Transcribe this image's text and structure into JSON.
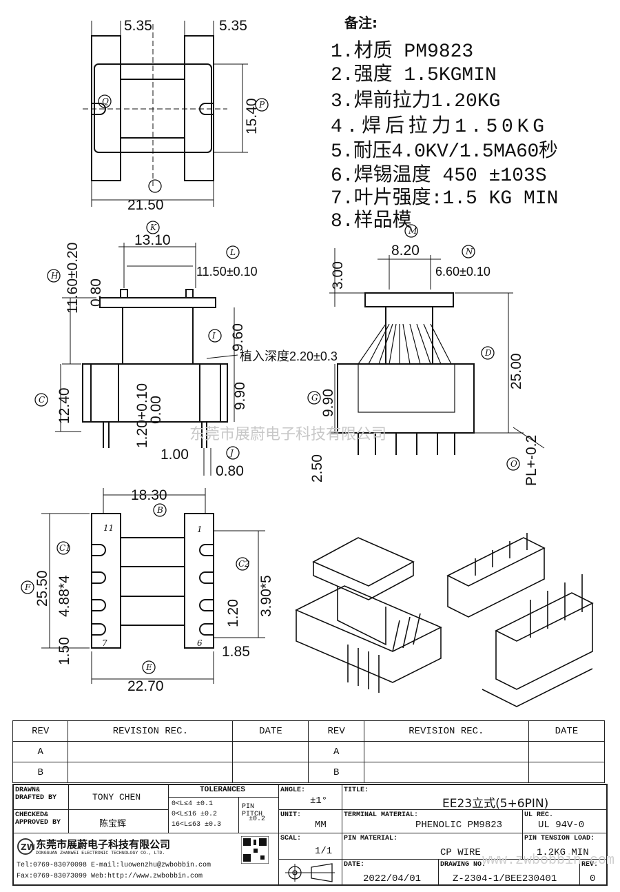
{
  "notes": {
    "heading": "备注:",
    "items": [
      "1.材质 PM9823",
      "2.强度 1.5KGMIN",
      "3.焊前拉力1.20KG",
      "4.焊后拉力1.50KG",
      "5.耐压4.0KV/1.5MA60秒",
      "6.焊锡温度 450 ±103S",
      "7.叶片强度:1.5 KG MIN",
      "8.样品模"
    ]
  },
  "dims": {
    "top_left": "5.35",
    "top_right": "5.35",
    "top_height": "15.40",
    "top_width": "21.50",
    "k": "13.10",
    "l": "11.50±0.10",
    "h": "11.60±0.20",
    "h2": "0.80",
    "i": "9.60",
    "depth": "植入深度2.20±0.3",
    "c": "12.40",
    "g": "9.90",
    "p1": "1.20+0.10",
    "p1b": "0.00",
    "j1": "1.00",
    "j2": "0.80",
    "m": "8.20",
    "n": "6.60±0.10",
    "r1": "3.00",
    "d": "25.00",
    "g2": "9.90",
    "pin": "2.50",
    "pl": "PL+-0.2",
    "b": "18.30",
    "f": "25.50",
    "c1": "4.88*4",
    "c2": "3.90*5",
    "e1": "1.50",
    "e2": "1.20",
    "e3": "1.85",
    "e": "22.70"
  },
  "circle_letters": [
    "Q",
    "P",
    "K",
    "L",
    "H",
    "I",
    "C",
    "G",
    "J",
    "M",
    "N",
    "D",
    "O",
    "B",
    "F",
    "C1",
    "C2",
    "E"
  ],
  "pin_labels": [
    "11",
    "7",
    "1",
    "6"
  ],
  "watermark": "东莞市展蔚电子科技有限公司",
  "watermark2": "www.zwbobbin.com",
  "revision": {
    "headers": [
      "REV",
      "REVISION REC.",
      "DATE",
      "REV",
      "REVISION REC.",
      "DATE"
    ],
    "rows": [
      [
        "A",
        "",
        "",
        "A",
        "",
        ""
      ],
      [
        "B",
        "",
        "",
        "B",
        "",
        ""
      ]
    ]
  },
  "title_block": {
    "drawn_label": "DRAWN& DRAFTED BY",
    "drawn": "TONY CHEN",
    "checked_label": "CHECKED& APPROVED BY",
    "checked": "陈宝辉",
    "tolerances_label": "TOLERANCES",
    "tol": [
      "0<L≤4  ±0.1",
      "0<L≤16  ±0.2",
      "16<L≤63  ±0.3"
    ],
    "pitch_label": "PIN PITCH",
    "pitch": "±0.2",
    "angle_label": "ANGLE:",
    "angle": "±1°",
    "unit_label": "UNIT:",
    "unit": "MM",
    "scale_label": "SCAL:",
    "scale": "1/1",
    "title_label": "TITLE:",
    "title": "EE23立式(5+6PIN)",
    "terminal_label": "TERMINAL MATERIAL:",
    "terminal": "PHENOLIC PM9823",
    "ul_label": "UL REC.",
    "ul": "UL 94V-0",
    "pinmat_label": "PIN MATERIAL:",
    "pinmat": "CP WIRE",
    "tension_label": "PIN TENSION LOAD:",
    "tension": "1.2KG MIN",
    "date_label": "DATE:",
    "date": "2022/04/01",
    "dwg_label": "DRAWING NO.",
    "dwg": "Z-2304-1/BEE230401",
    "rev_label": "REV.",
    "rev": "0",
    "company_cn": "东莞市展蔚电子科技有限公司",
    "company_en": "DONGGUAN ZHANWEI ELECTRONIC TECHNOLOGY CO., LTD.",
    "tel": "Tel:0769-83070098 E-mail:luowenzhu@zwbobbin.com",
    "fax": "Fax:0769-83073099   Web:http://www.zwbobbin.com"
  }
}
